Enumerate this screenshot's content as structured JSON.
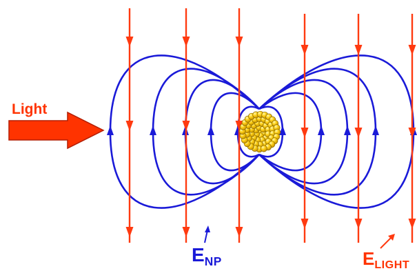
{
  "labels": {
    "light": "Light",
    "e_np_main": "E",
    "e_np_sub": "NP",
    "e_light_main": "E",
    "e_light_sub": "LIGHT"
  },
  "colors": {
    "field_lines": "#1a1ad8",
    "light_field": "#ff3a10",
    "light_arrow_fill": "#ff3300",
    "light_arrow_edge": "#b31d00",
    "text_light": "#ff3300",
    "text_enp": "#1a1ad8",
    "text_elight": "#ff3300",
    "particle_fill": "#f5c400",
    "particle_edge": "#8a6a00"
  },
  "icons": {
    "light_arrow": "light-arrow-icon",
    "nanoparticle": "nanoparticle-icon"
  }
}
